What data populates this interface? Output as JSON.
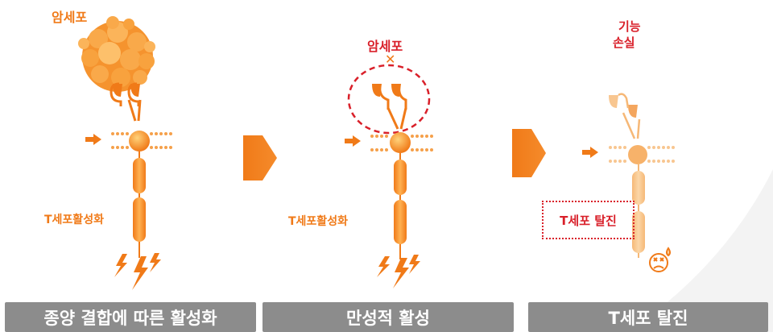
{
  "panels": [
    {
      "caption": "종양 결합에 따른 활성화",
      "top_label": "암세포",
      "activation_label": "T세포활성화"
    },
    {
      "caption": "만성적 활성",
      "top_label": "암세포",
      "top_mark": "✕",
      "activation_label": "T세포활성화"
    },
    {
      "caption": "T세포 탈진",
      "top_label_line1": "기능",
      "top_label_line2": "손실",
      "exhaustion_label": "T세포 탈진"
    }
  ],
  "colors": {
    "orange": "#f07a18",
    "light_orange": "#f6c089",
    "red": "#d9202a",
    "caption_bg": "#8c8c8c",
    "arrow": "#f07a18"
  }
}
